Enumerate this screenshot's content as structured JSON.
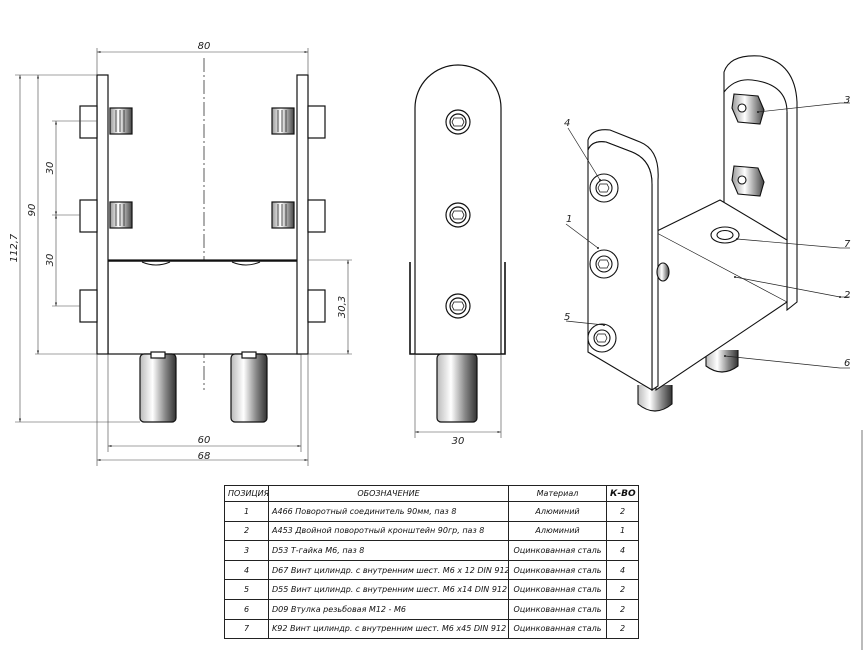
{
  "dimensions": {
    "width_80": "80",
    "height_112_7": "112,7",
    "height_90": "90",
    "pitch_30_top": "30",
    "pitch_30_bottom": "30",
    "height_30_3": "30,3",
    "width_60": "60",
    "width_68": "68",
    "side_width_30": "30"
  },
  "callouts": [
    "1",
    "2",
    "3",
    "4",
    "5",
    "6",
    "7"
  ],
  "bom": {
    "headers": [
      "ПОЗИЦИЯ",
      "ОБОЗНАЧЕНИЕ",
      "Материал",
      "К-ВО"
    ],
    "rows": [
      {
        "pos": "1",
        "name": "A466 Поворотный соединитель 90мм, паз 8",
        "material": "Алюминий",
        "qty": "2"
      },
      {
        "pos": "2",
        "name": "A453 Двойной поворотный кронштейн 90гр, паз 8",
        "material": "Алюминий",
        "qty": "1"
      },
      {
        "pos": "3",
        "name": "D53 Т-гайка М6, паз 8",
        "material": "Оцинкованная сталь",
        "qty": "4"
      },
      {
        "pos": "4",
        "name": "D67 Винт цилиндр. с внутренним шест. M6 x 12 DIN 912",
        "material": "Оцинкованная сталь",
        "qty": "4"
      },
      {
        "pos": "5",
        "name": "D55 Винт цилиндр. с внутренним шест. M6 x14 DIN 912",
        "material": "Оцинкованная сталь",
        "qty": "2"
      },
      {
        "pos": "6",
        "name": "D09 Втулка резьбовая M12 - M6",
        "material": "Оцинкованная сталь",
        "qty": "2"
      },
      {
        "pos": "7",
        "name": "K92 Винт цилиндр. с внутренним шест. M6 x45 DIN 912",
        "material": "Оцинкованная сталь",
        "qty": "2"
      }
    ]
  }
}
